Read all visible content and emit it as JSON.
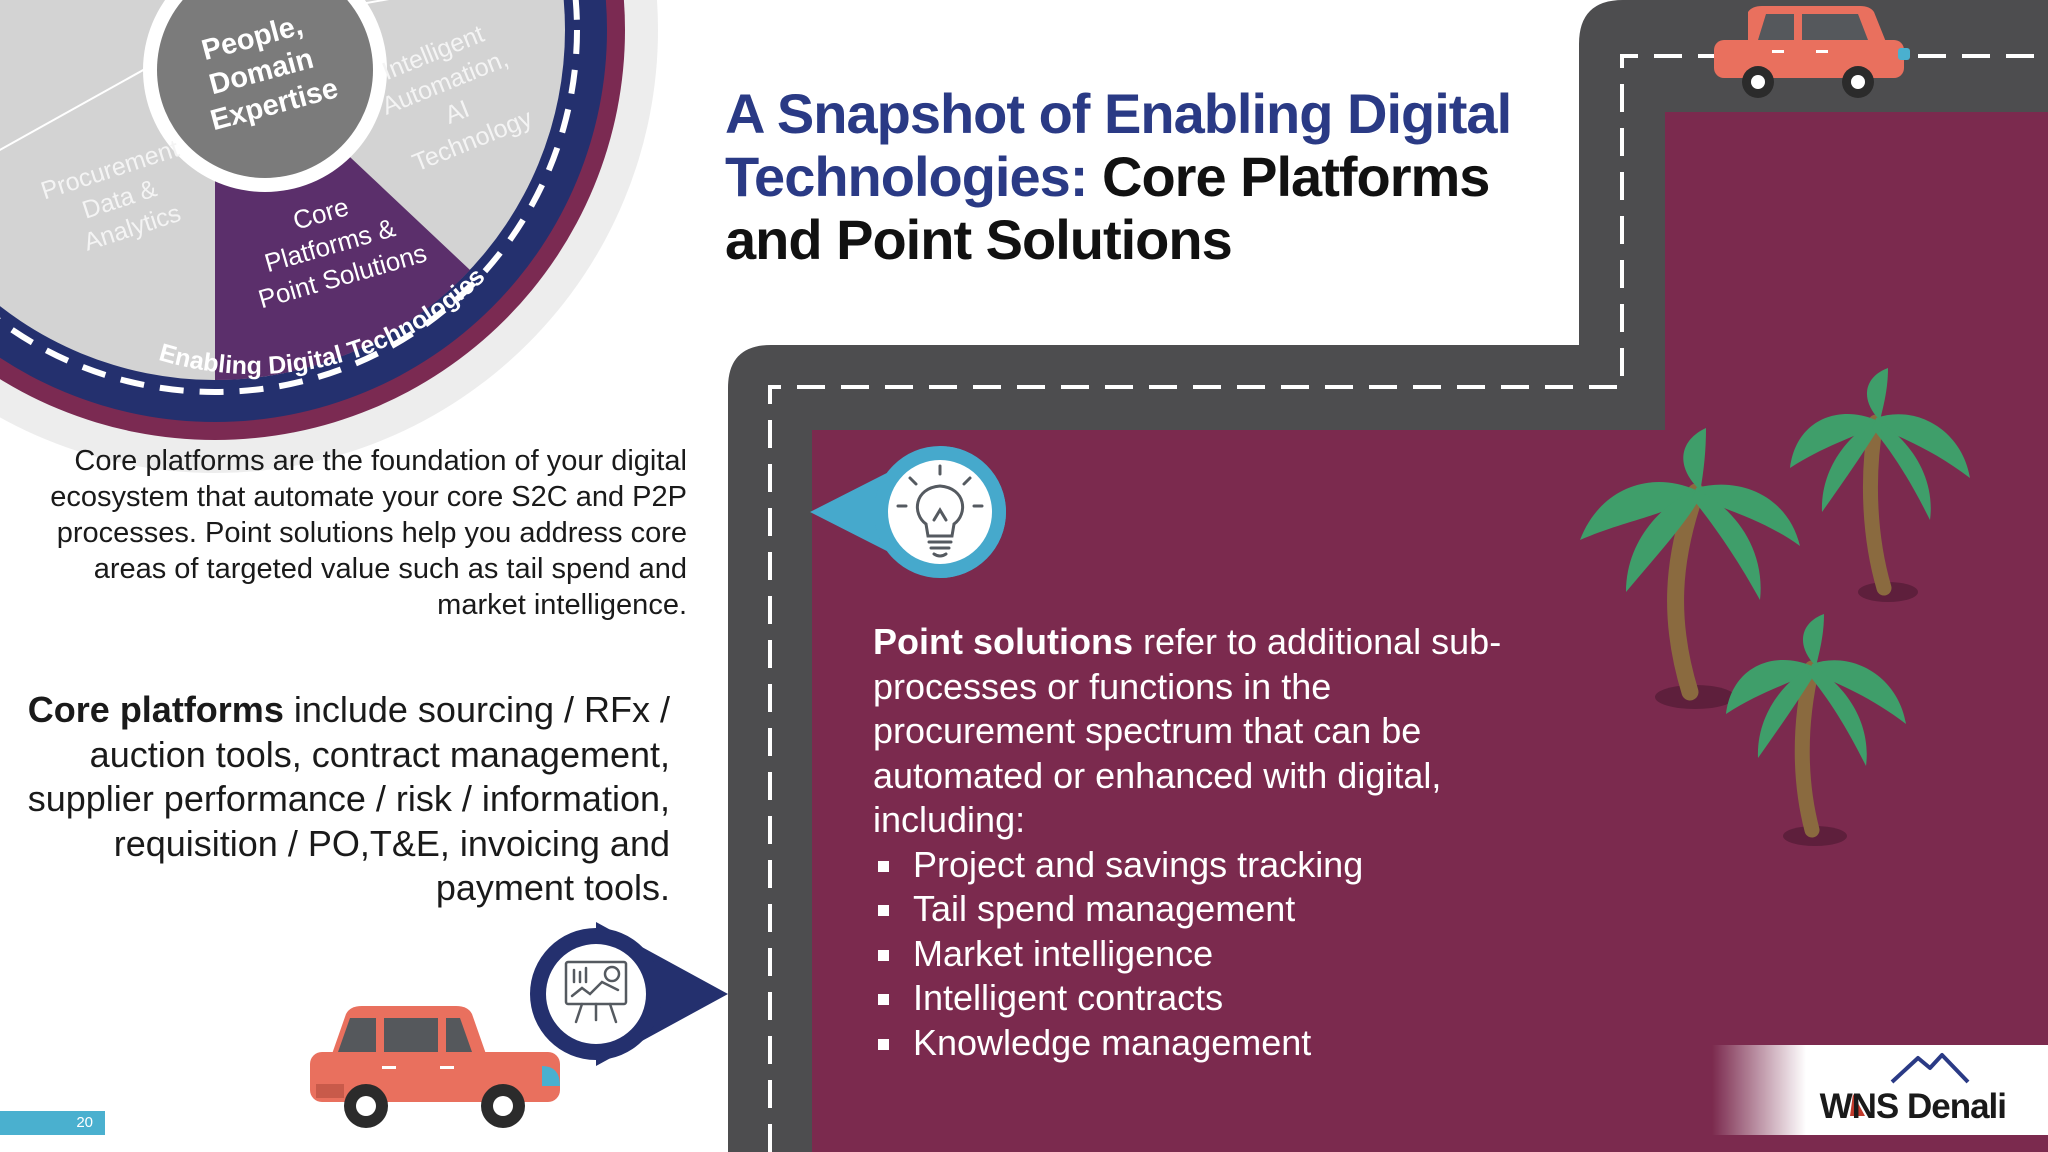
{
  "slide": {
    "title_accent_1": "A Snapshot of Enabling Digital",
    "title_accent_2": "Technologies:",
    "title_rest": " Core Platforms and Point Solutions",
    "page_number": "20",
    "logo_text": "WNS Denali"
  },
  "wheel": {
    "segments": [
      {
        "label": "People, Domain Expertise"
      },
      {
        "label": "Intelligent Automation, AI Technology"
      },
      {
        "label": "Procurement Data & Analytics"
      },
      {
        "label": "Core Platforms & Point Solutions"
      }
    ],
    "ring_label": "Enabling Digital Technologies"
  },
  "intro_text": "Core platforms are the foundation of your digital ecosystem that automate your core S2C and P2P processes. Point solutions help you address core areas of targeted value such as tail spend and market intelligence.",
  "core": {
    "lead": "Core platforms",
    "text": " include sourcing / RFx / auction tools, contract management, supplier performance / risk / information, requisition / PO,T&E, invoicing and payment tools."
  },
  "point": {
    "lead": "Point solutions",
    "text": " refer to additional sub-processes or functions in the procurement spectrum that can be automated or enhanced with digital, including:",
    "items": [
      "Project and savings tracking",
      "Tail spend management",
      "Market intelligence",
      "Intelligent contracts",
      "Knowledge management"
    ]
  },
  "icons": [
    "lightbulb-icon",
    "presentation-board-icon",
    "car-icon",
    "palm-tree-icon",
    "mountain-logo-icon"
  ],
  "colors": {
    "title_accent": "#2a3a85",
    "road": "#4d4d4f",
    "maroon": "#7b2a4e",
    "core_segment": "#5b2f6b",
    "ring_dark": "#24306e",
    "ring_maroon": "#7b2a52",
    "car": "#e9705e",
    "pin_teal": "#46a9cc",
    "pin_navy": "#24306e",
    "palm_leaf": "#3f9e6a",
    "page_badge": "#4ab0cf"
  }
}
